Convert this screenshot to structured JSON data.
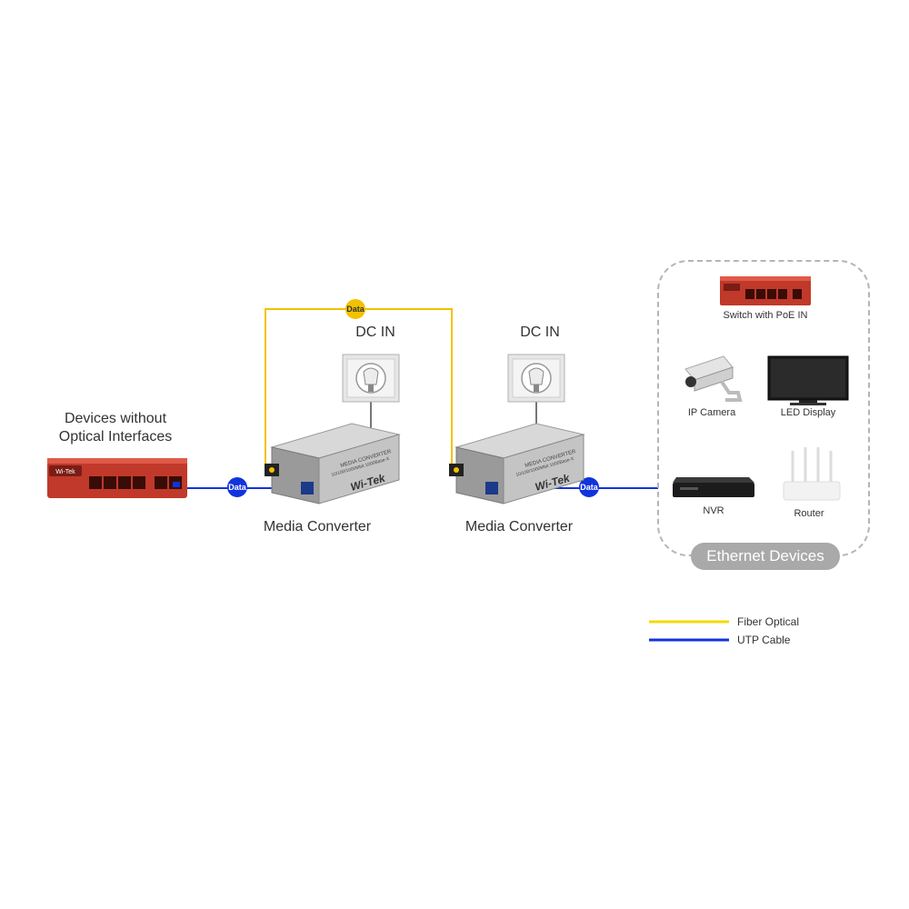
{
  "labels": {
    "source_devices": [
      "Devices without",
      "Optical Interfaces"
    ],
    "converter_left": "Media Converter",
    "converter_right": "Media Converter",
    "dc_in_left": "DC IN",
    "dc_in_right": "DC IN",
    "ethernet_devices": "Ethernet Devices"
  },
  "badges": {
    "data_left": "Data",
    "data_fiber": "Data",
    "data_right": "Data"
  },
  "devices": {
    "switch": "Switch with PoE IN",
    "camera": "IP Camera",
    "display": "LED Display",
    "nvr": "NVR",
    "router": "Router"
  },
  "brand": {
    "logo": "Wi-Tek",
    "converter_title": "MEDIA CONVERTER",
    "converter_spec": "10/100/1000Mbit 1000Base-X"
  },
  "legend": [
    {
      "label": "Fiber Optical",
      "color": "#f5d800"
    },
    {
      "label": "UTP Cable",
      "color": "#1133dd"
    }
  ],
  "colors": {
    "fiber": "#f2c200",
    "utp": "#1133dd",
    "switch_body": "#c0392b",
    "pill": "#a9a9a9"
  }
}
